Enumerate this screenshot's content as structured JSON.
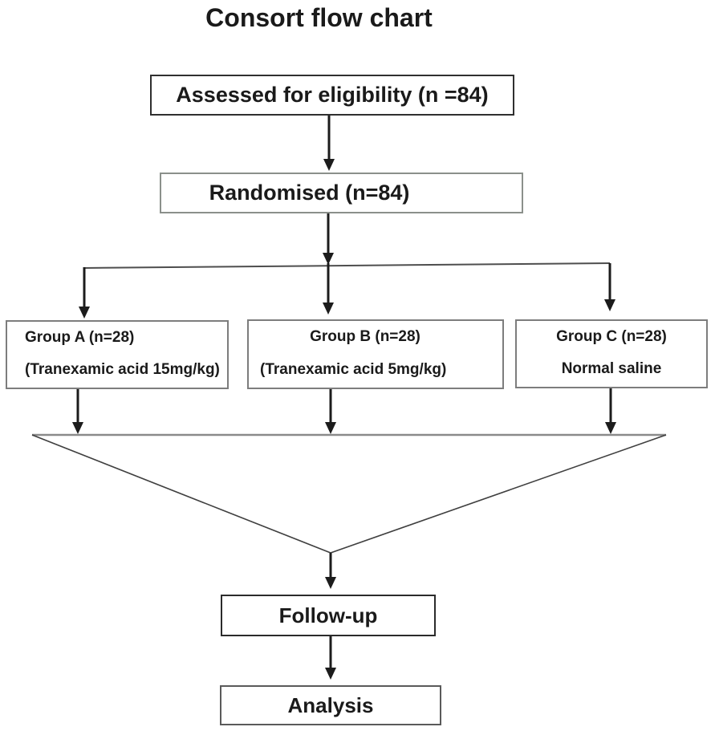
{
  "title": "Consort flow chart",
  "flow": {
    "assessed": {
      "label": "Assessed for eligibility (n =84)"
    },
    "randomised": {
      "label": "Randomised (n=84)"
    },
    "groups": [
      {
        "name": "Group A (n=28)",
        "detail": "(Tranexamic acid 15mg/kg)"
      },
      {
        "name": "Group B (n=28)",
        "detail": "(Tranexamic acid 5mg/kg)"
      },
      {
        "name": "Group C (n=28)",
        "detail": "Normal saline"
      }
    ],
    "followup": {
      "label": "Follow-up"
    },
    "analysis": {
      "label": "Analysis"
    }
  },
  "colors": {
    "background": "#ffffff",
    "text": "#1a1a1a",
    "arrow": "#1c1c1c",
    "box_border_dark": "#2f2f2f",
    "box_border_gray": "#8b908b",
    "group_border": "#7d7d7d",
    "funnel_top_line": "#8a8a8a",
    "funnel_diagonal": "#3f3f3f"
  }
}
